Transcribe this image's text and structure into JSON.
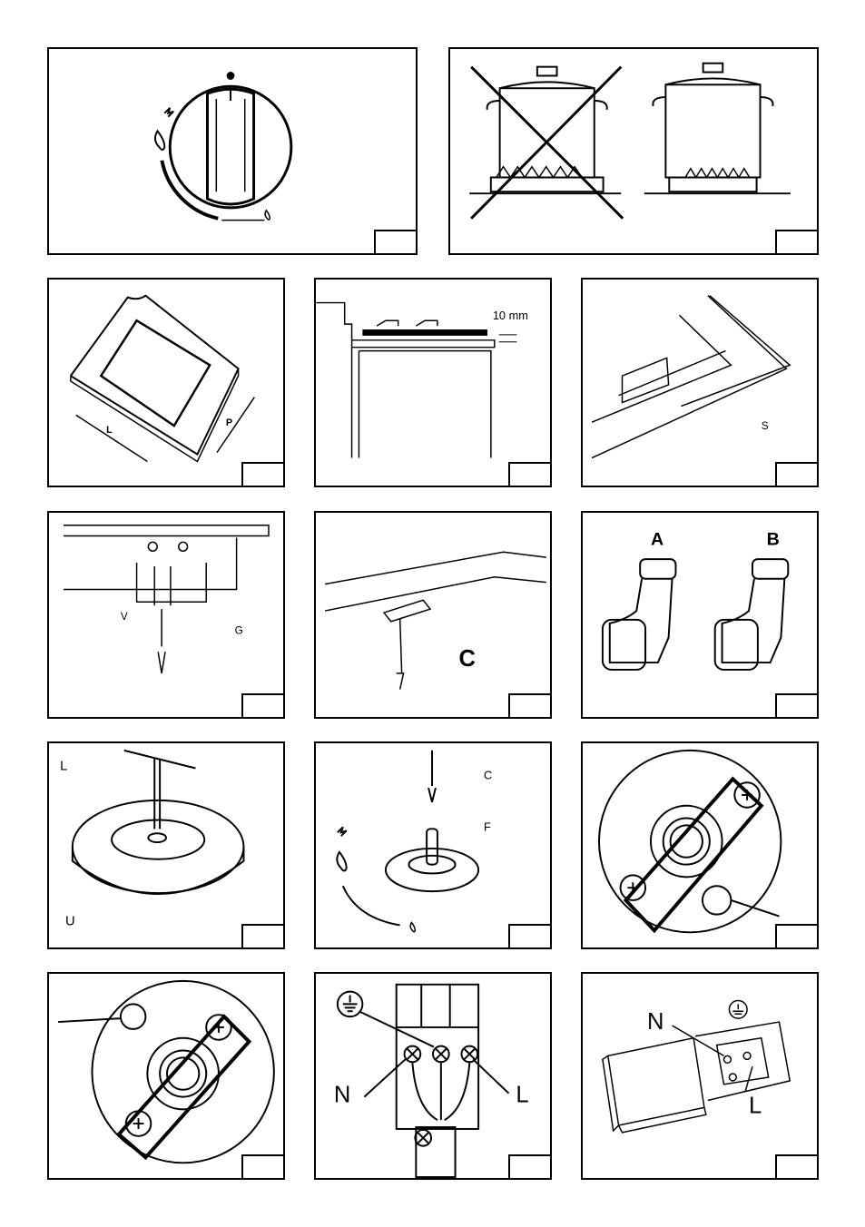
{
  "labels": {
    "hole_width": "L",
    "hole_depth": "P",
    "clearance": "10 mm",
    "seal": "S",
    "screw": "V",
    "bracket": "G",
    "clamp": "C",
    "elbow_a": "A",
    "elbow_b": "B",
    "key": "L",
    "injector": "U",
    "screwdriver": "C",
    "tap_shaft": "F",
    "neutral": "N",
    "live": "L",
    "neutral_2": "N",
    "live_2": "L"
  }
}
